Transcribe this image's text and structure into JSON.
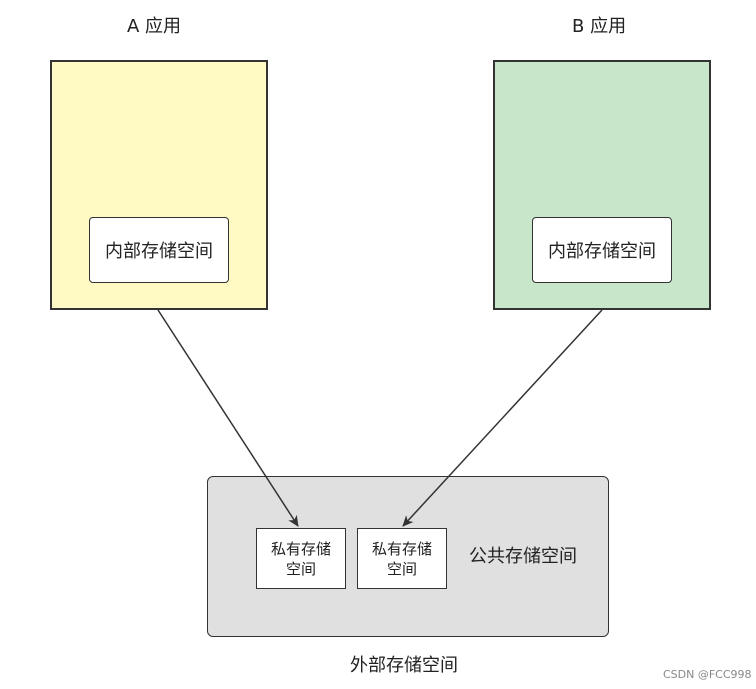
{
  "app_a": {
    "title": "A 应用",
    "inner_label": "内部存储空间",
    "fill": "#FFF9C4"
  },
  "app_b": {
    "title": "B 应用",
    "inner_label": "内部存储空间",
    "fill": "#C8E6C9"
  },
  "external": {
    "label": "外部存储空间",
    "public_label": "公共存储空间",
    "private_line1": "私有存储",
    "private_line2": "空间",
    "fill": "#E0E0E0"
  },
  "colors": {
    "stroke": "#333333",
    "arrow": "#333333"
  },
  "watermark": "CSDN @FCC998"
}
